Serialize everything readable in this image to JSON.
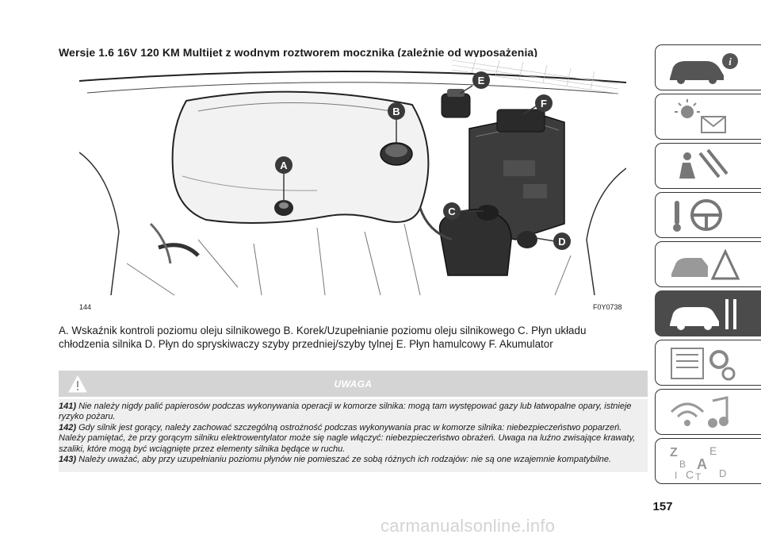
{
  "title": "Wersje 1.6 16V 120 KM Multijet z wodnym roztworem mocznika (zależnie od wyposażenia)",
  "figure": {
    "number": "144",
    "code": "F0Y0738",
    "callouts": [
      "A",
      "B",
      "C",
      "D",
      "E",
      "F"
    ]
  },
  "caption": "A. Wskaźnik kontroli poziomu oleju silnikowego B. Korek/Uzupełnianie poziomu oleju silnikowego C. Płyn układu chłodzenia silnika D. Płyn do spryskiwaczy szyby przedniej/szyby tylnej E. Płyn hamulcowy F. Akumulator",
  "warning": {
    "title": "UWAGA",
    "items": [
      {
        "num": "141)",
        "text": "Nie należy nigdy palić papierosów podczas wykonywania operacji w komorze silnika: mogą tam występować gazy lub łatwopalne opary, istnieje ryzyko pożaru."
      },
      {
        "num": "142)",
        "text": "Gdy silnik jest gorący, należy zachować szczególną ostrożność podczas wykonywania prac w komorze silnika: niebezpieczeństwo poparzeń. Należy pamiętać, że przy gorącym silniku elektrowentylator może się nagle włączyć: niebezpieczeństwo obrażeń. Uwaga na luźno zwisające krawaty, szaliki, które mogą być wciągnięte przez elementy silnika będące w ruchu."
      },
      {
        "num": "143)",
        "text": "Należy uważać, aby przy uzupełnianiu poziomu płynów nie pomieszać ze sobą różnych ich rodzajów: nie są one wzajemnie kompatybilne."
      }
    ]
  },
  "page_number": "157",
  "sidebar": {
    "active_index": 5,
    "icons": [
      "car-info-icon",
      "warning-lights-icon",
      "safety-airbag-icon",
      "steering-start-icon",
      "emergency-icon",
      "maintenance-icon",
      "specs-icon",
      "multimedia-icon",
      "index-icon"
    ],
    "index_letters": [
      "Z",
      "E",
      "B",
      "A",
      "I",
      "C",
      "T",
      "D"
    ]
  },
  "watermark": "carmanualsonline.info",
  "colors": {
    "accent_dark": "#4b4b4b",
    "callout": "#3a3a3a",
    "warning_header": "#d4d4d4",
    "warning_body": "#efefef"
  }
}
